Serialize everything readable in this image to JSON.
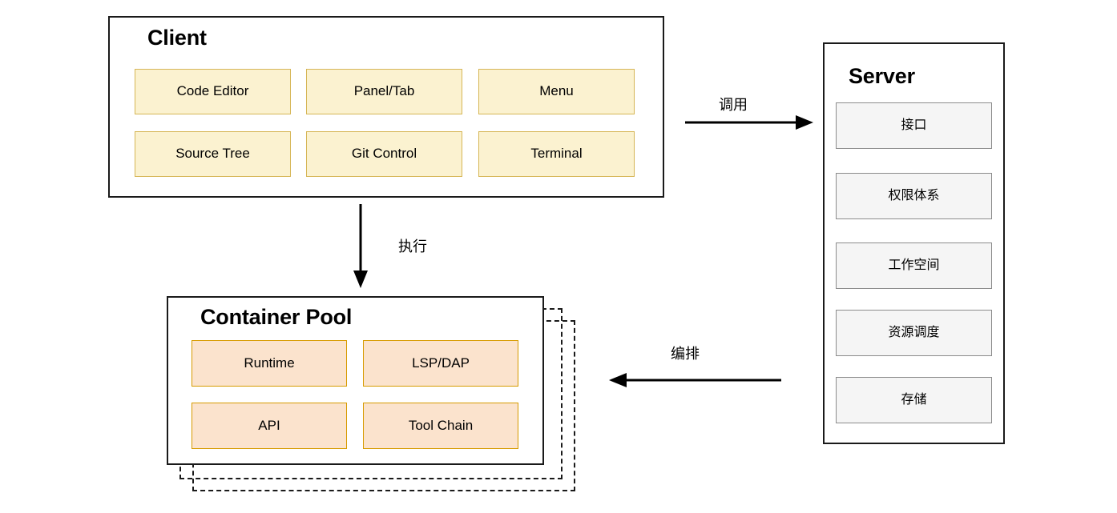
{
  "diagram": {
    "title": "Client / Server / Container Pool architecture",
    "palette": {
      "client_chip_fill": "#fbf2d0",
      "client_chip_border": "#d6b656",
      "pool_chip_fill": "#fbe3cd",
      "pool_chip_border": "#d79b00",
      "server_chip_fill": "#f5f5f5",
      "server_chip_border": "#8c8c8c",
      "outline": "#1a1a1a",
      "background": "#ffffff"
    }
  },
  "client": {
    "title": "Client",
    "items": [
      {
        "label": "Code Editor"
      },
      {
        "label": "Panel/Tab"
      },
      {
        "label": "Menu"
      },
      {
        "label": "Source Tree"
      },
      {
        "label": "Git Control"
      },
      {
        "label": "Terminal"
      }
    ]
  },
  "server": {
    "title": "Server",
    "items": [
      {
        "label": "接口"
      },
      {
        "label": "权限体系"
      },
      {
        "label": "工作空间"
      },
      {
        "label": "资源调度"
      },
      {
        "label": "存储"
      }
    ]
  },
  "container_pool": {
    "title": "Container Pool",
    "stack_layers": 2,
    "items": [
      {
        "label": "Runtime"
      },
      {
        "label": "LSP/DAP"
      },
      {
        "label": "API"
      },
      {
        "label": "Tool Chain"
      }
    ]
  },
  "arrows": [
    {
      "id": "client-to-server",
      "label": "调用",
      "direction": "right"
    },
    {
      "id": "client-to-pool",
      "label": "执行",
      "direction": "down"
    },
    {
      "id": "server-to-pool",
      "label": "编排",
      "direction": "left"
    }
  ]
}
